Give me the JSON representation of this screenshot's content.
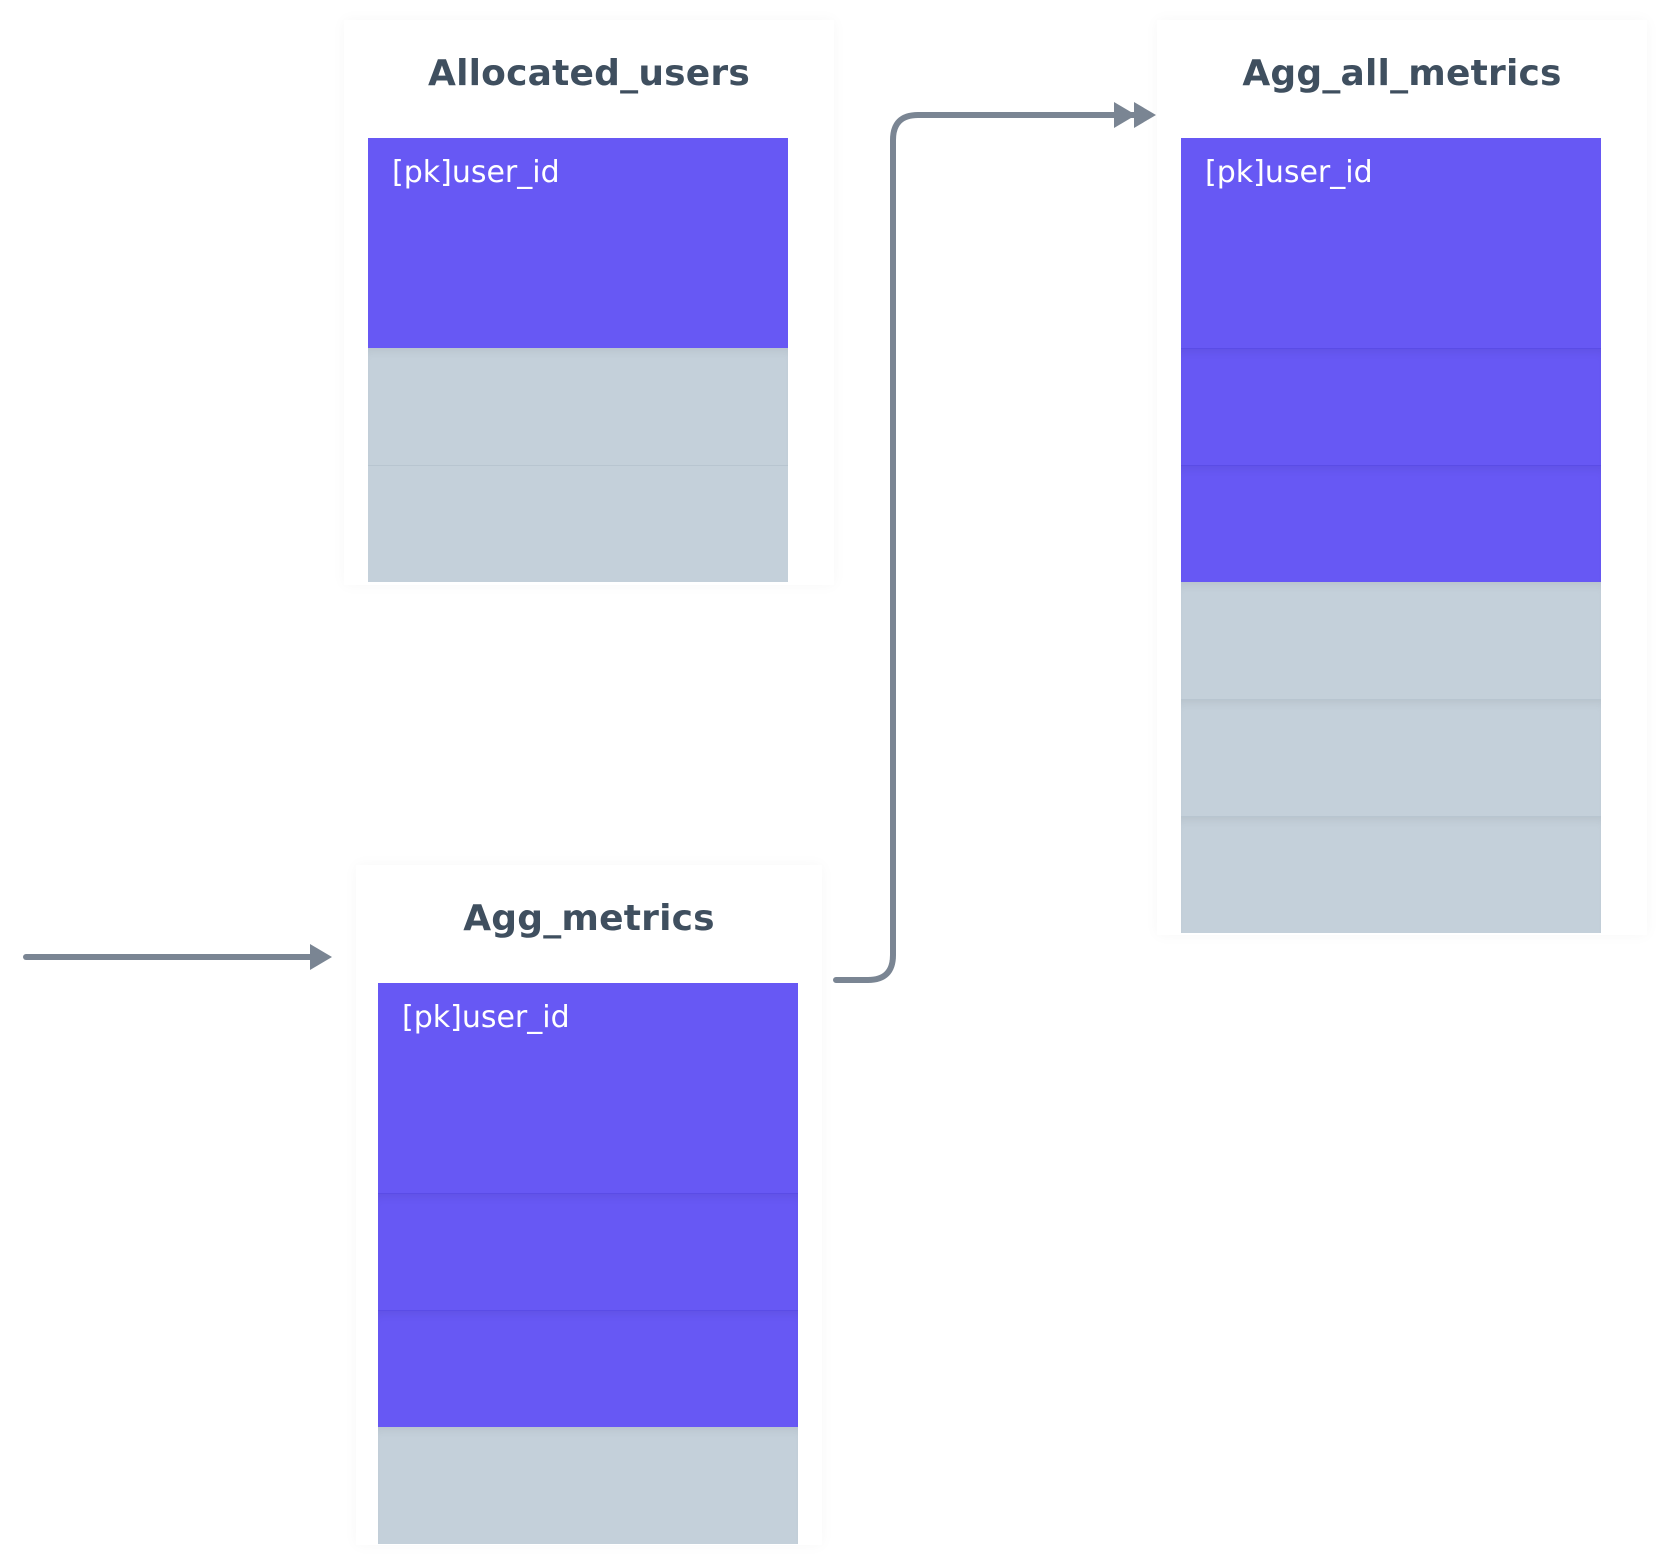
{
  "entities": {
    "allocated_users": {
      "title": "Allocated_users",
      "rows": [
        {
          "label": "[pk]user_id",
          "key": true
        },
        {
          "label": "",
          "key": false
        },
        {
          "label": "",
          "key": false
        }
      ]
    },
    "agg_all_metrics": {
      "title": "Agg_all_metrics",
      "rows": [
        {
          "label": "[pk]user_id",
          "key": true
        },
        {
          "label": "",
          "key": true
        },
        {
          "label": "",
          "key": true
        },
        {
          "label": "",
          "key": false
        },
        {
          "label": "",
          "key": false
        },
        {
          "label": "",
          "key": false
        }
      ]
    },
    "agg_metrics": {
      "title": "Agg_metrics",
      "rows": [
        {
          "label": "[pk]user_id",
          "key": true
        },
        {
          "label": "",
          "key": true
        },
        {
          "label": "",
          "key": true
        },
        {
          "label": "",
          "key": false
        }
      ]
    }
  },
  "colors": {
    "key_row": "#6758f4",
    "attr_row": "#c4d0da",
    "title_text": "#3f4f5f",
    "connector": "#7a8593"
  },
  "connectors": [
    {
      "from": "agg_metrics",
      "to": "agg_all_metrics",
      "type": "arrow"
    },
    {
      "from": "external",
      "to": "agg_metrics",
      "type": "arrow"
    }
  ]
}
